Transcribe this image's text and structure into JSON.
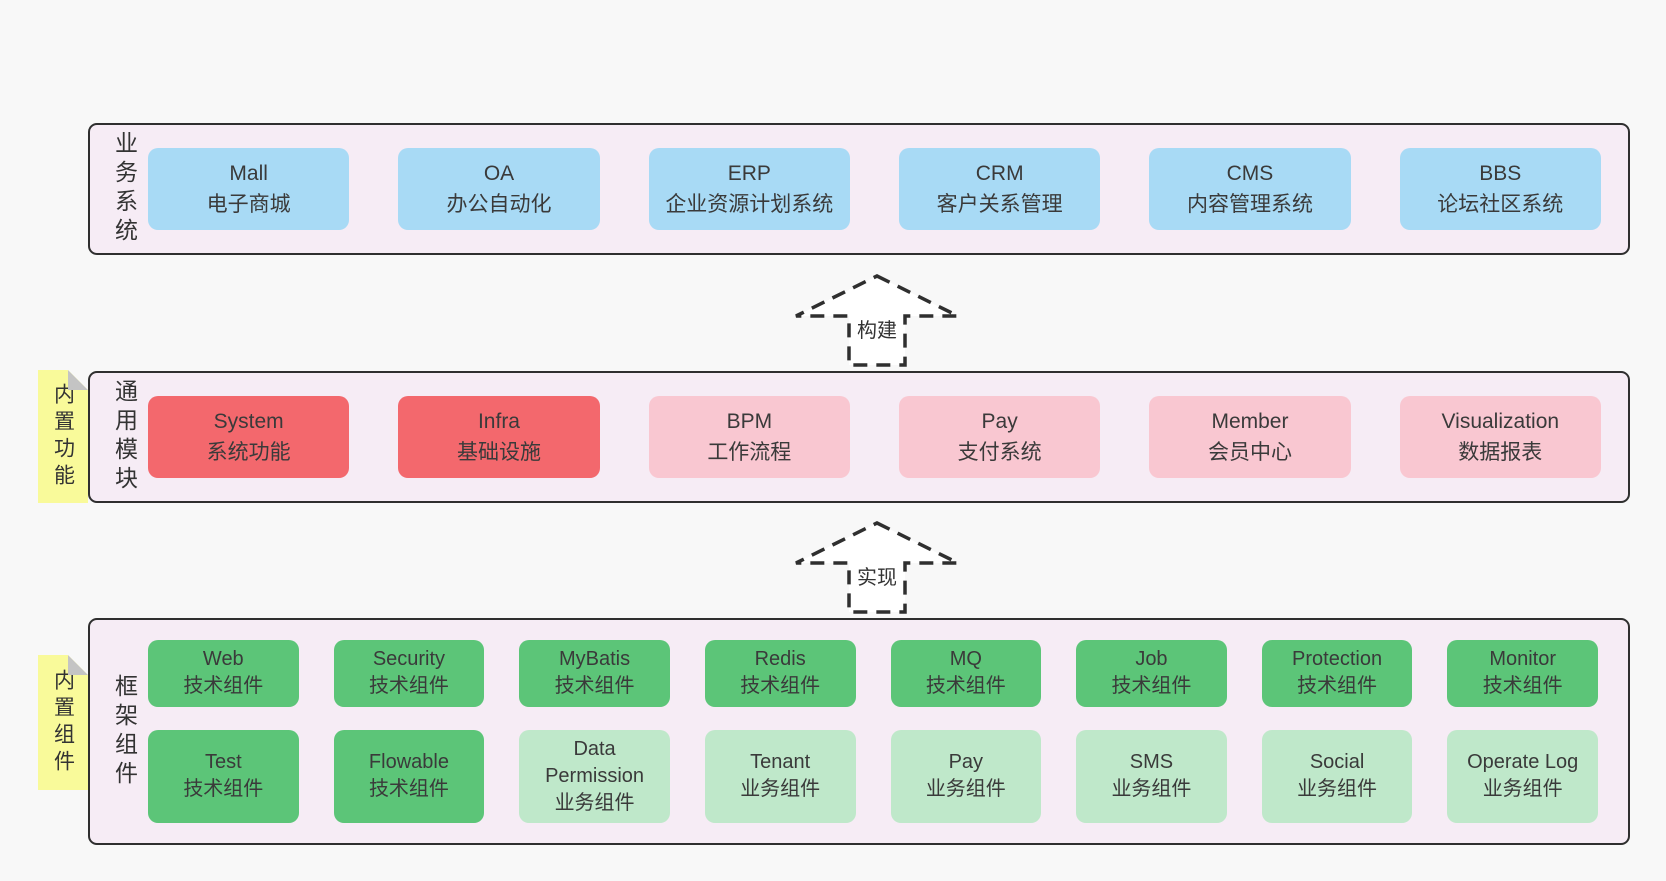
{
  "colors": {
    "page_background": "#f8f8f8",
    "band_background": "#f6ecf5",
    "band_border": "#2f2f2f",
    "blue_box": "#a8daf5",
    "red_box": "#f3686d",
    "pink_box": "#f9c7d1",
    "green_box": "#5cc578",
    "light_green_box": "#bfe8ca",
    "sticky_yellow": "#f9fa9a",
    "fold_gray": "#c4c4c4",
    "text": "#3a3a3a"
  },
  "arrows": {
    "build": "构建",
    "implement": "实现"
  },
  "business": {
    "label": "业务系统",
    "items": [
      {
        "name": "Mall",
        "desc": "电子商城",
        "type": "blue"
      },
      {
        "name": "OA",
        "desc": "办公自动化",
        "type": "blue"
      },
      {
        "name": "ERP",
        "desc": "企业资源计划系统",
        "type": "blue"
      },
      {
        "name": "CRM",
        "desc": "客户关系管理",
        "type": "blue"
      },
      {
        "name": "CMS",
        "desc": "内容管理系统",
        "type": "blue"
      },
      {
        "name": "BBS",
        "desc": "论坛社区系统",
        "type": "blue"
      }
    ]
  },
  "modules": {
    "sticky": "内置功能",
    "label": "通用模块",
    "items": [
      {
        "name": "System",
        "desc": "系统功能",
        "type": "red"
      },
      {
        "name": "Infra",
        "desc": "基础设施",
        "type": "red"
      },
      {
        "name": "BPM",
        "desc": "工作流程",
        "type": "pink"
      },
      {
        "name": "Pay",
        "desc": "支付系统",
        "type": "pink"
      },
      {
        "name": "Member",
        "desc": "会员中心",
        "type": "pink"
      },
      {
        "name": "Visualization",
        "desc": "数据报表",
        "type": "pink"
      }
    ]
  },
  "components": {
    "sticky": "内置组件",
    "label": "框架组件",
    "row1": [
      {
        "name": "Web",
        "desc": "技术组件",
        "type": "green"
      },
      {
        "name": "Security",
        "desc": "技术组件",
        "type": "green"
      },
      {
        "name": "MyBatis",
        "desc": "技术组件",
        "type": "green"
      },
      {
        "name": "Redis",
        "desc": "技术组件",
        "type": "green"
      },
      {
        "name": "MQ",
        "desc": "技术组件",
        "type": "green"
      },
      {
        "name": "Job",
        "desc": "技术组件",
        "type": "green"
      },
      {
        "name": "Protection",
        "desc": "技术组件",
        "type": "green"
      },
      {
        "name": "Monitor",
        "desc": "技术组件",
        "type": "green"
      }
    ],
    "row2": [
      {
        "name": "Test",
        "desc": "技术组件",
        "type": "green"
      },
      {
        "name": "Flowable",
        "desc": "技术组件",
        "type": "green"
      },
      {
        "name": "Data Permission",
        "desc": "业务组件",
        "type": "lightgreen"
      },
      {
        "name": "Tenant",
        "desc": "业务组件",
        "type": "lightgreen"
      },
      {
        "name": "Pay",
        "desc": "业务组件",
        "type": "lightgreen"
      },
      {
        "name": "SMS",
        "desc": "业务组件",
        "type": "lightgreen"
      },
      {
        "name": "Social",
        "desc": "业务组件",
        "type": "lightgreen"
      },
      {
        "name": "Operate Log",
        "desc": "业务组件",
        "type": "lightgreen"
      }
    ]
  }
}
